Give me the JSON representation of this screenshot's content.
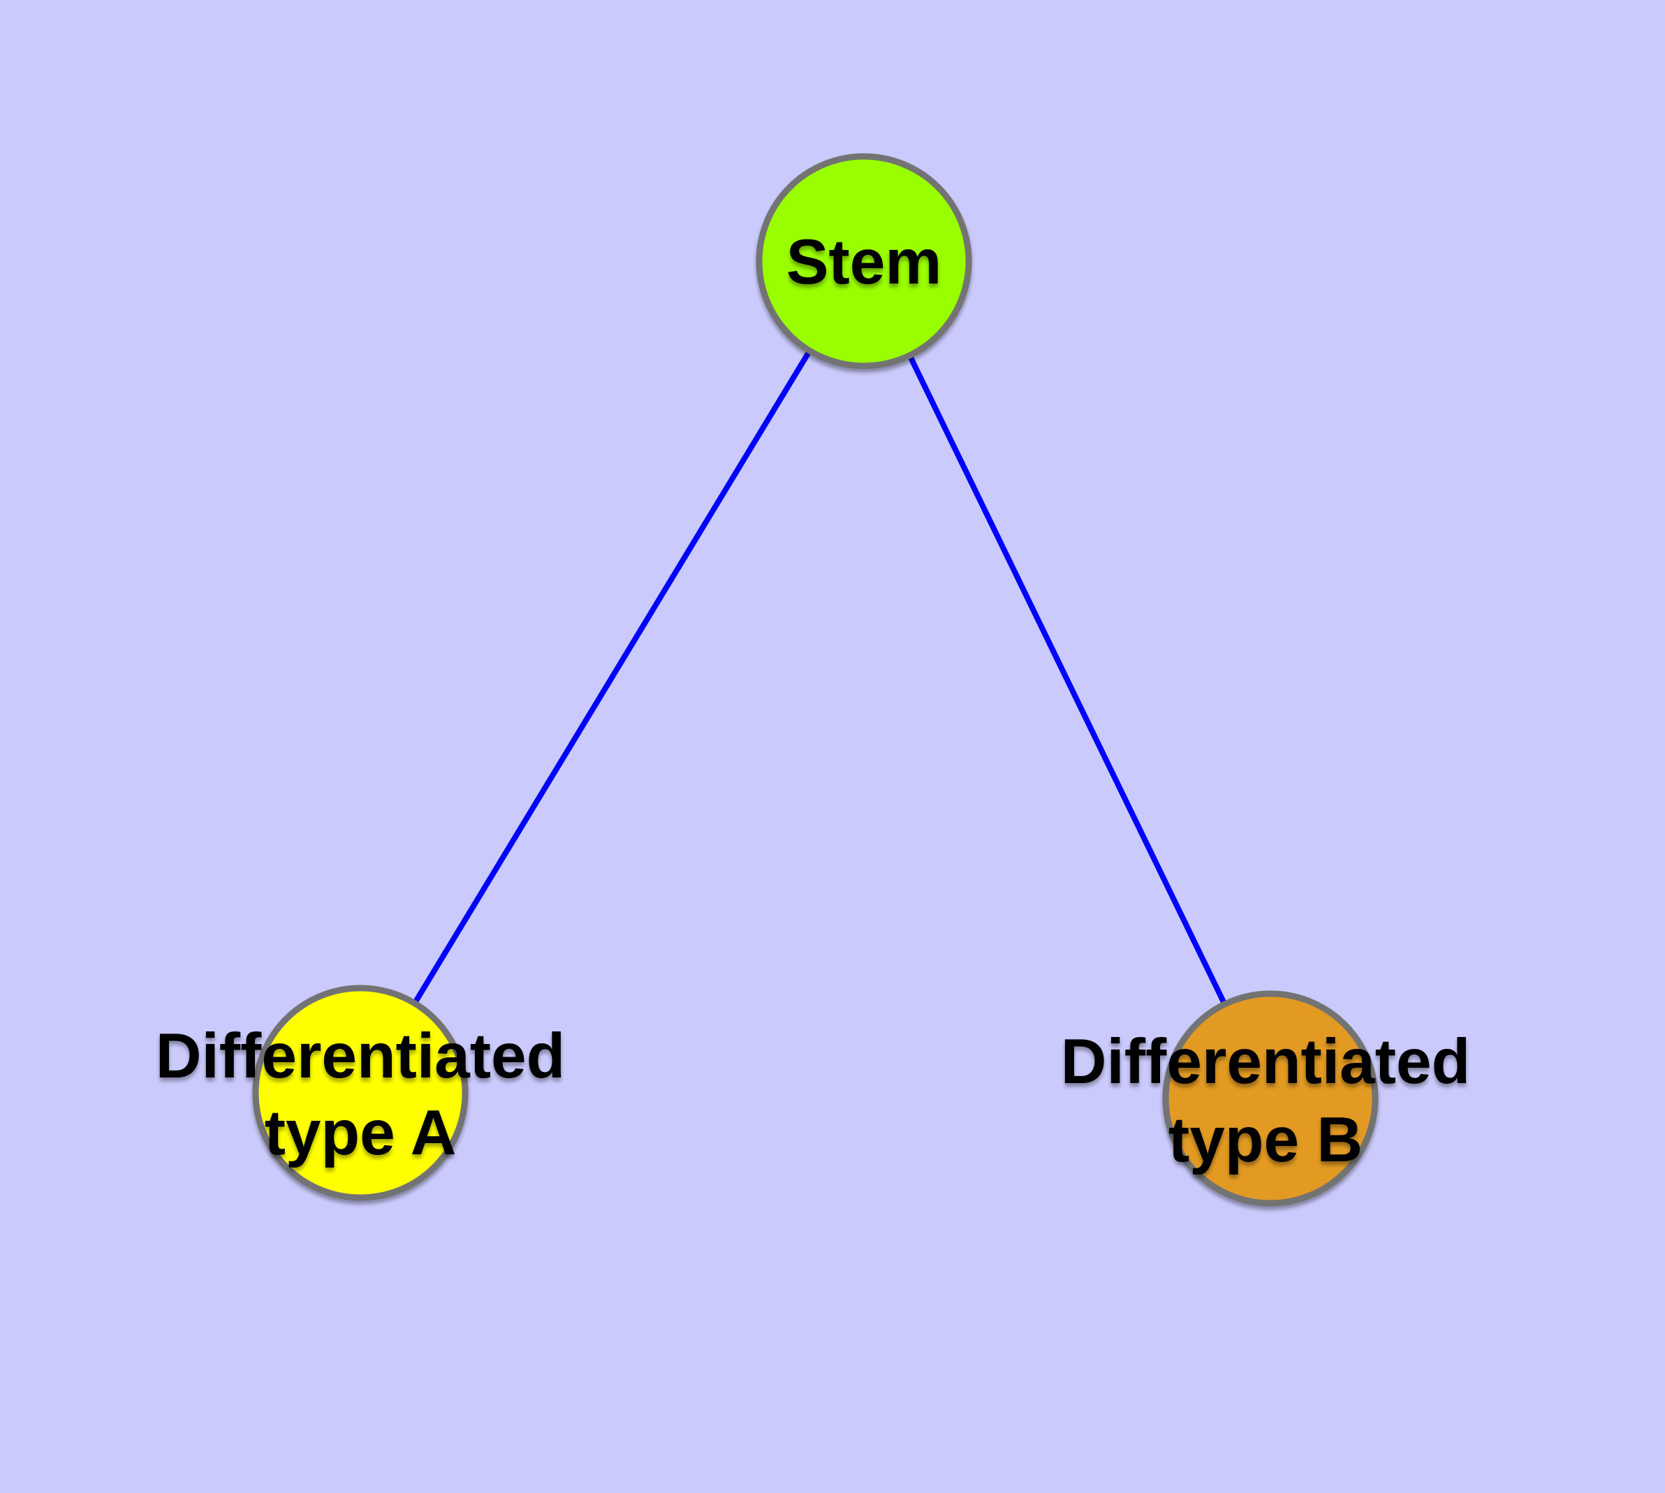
{
  "diagram": {
    "background_color": "#CACAFC",
    "edge_color": "#0000FF",
    "node_border_color": "#737373",
    "text_color": "#000000",
    "nodes": {
      "stem": {
        "label": "Stem",
        "fill_color": "#99FF00"
      },
      "type_a": {
        "label_line1": "Differentiated",
        "label_line2": "type A",
        "fill_color": "#FFFF00"
      },
      "type_b": {
        "label_line1": "Differentiated",
        "label_line2": "type B",
        "fill_color": "#E29A20"
      }
    },
    "edges": [
      {
        "from": "Stem",
        "to": "Differentiated type A"
      },
      {
        "from": "Stem",
        "to": "Differentiated type B"
      }
    ]
  }
}
